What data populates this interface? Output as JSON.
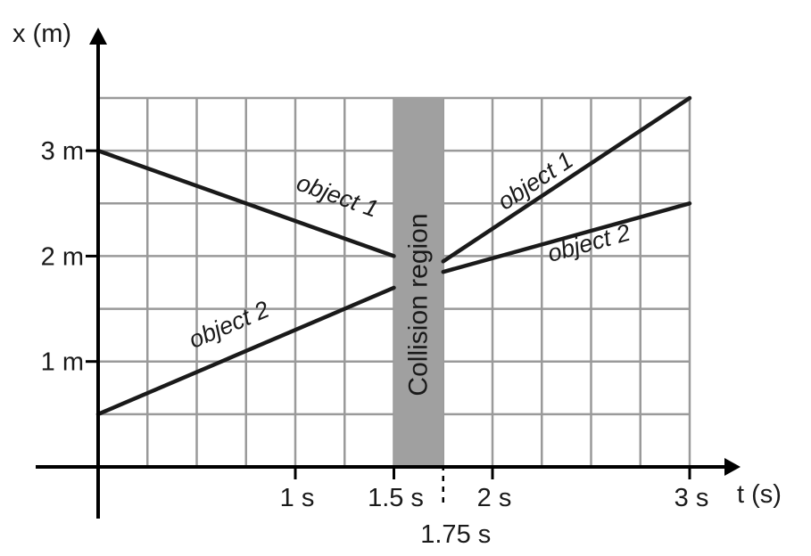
{
  "chart_data": {
    "type": "line",
    "xlabel": "t (s)",
    "ylabel": "x (m)",
    "xlim": [
      0,
      3
    ],
    "ylim": [
      0,
      3.5
    ],
    "grid": true,
    "grid_step_x": 0.25,
    "grid_step_y": 0.5,
    "x_ticks": [
      {
        "value": 1,
        "label": "1 s"
      },
      {
        "value": 1.5,
        "label": "1.5 s"
      },
      {
        "value": 1.75,
        "label": "1.75 s",
        "style": "dashed"
      },
      {
        "value": 2,
        "label": "2 s"
      },
      {
        "value": 3,
        "label": "3 s"
      }
    ],
    "y_ticks": [
      {
        "value": 1,
        "label": "1 m"
      },
      {
        "value": 2,
        "label": "2 m"
      },
      {
        "value": 3,
        "label": "3 m"
      }
    ],
    "shaded_region": {
      "x_start": 1.5,
      "x_end": 1.75,
      "label": "Collision region",
      "color": "#a0a0a0"
    },
    "series": [
      {
        "name": "object 1",
        "segment": "before",
        "points": [
          [
            0,
            3.0
          ],
          [
            1.5,
            2.0
          ]
        ],
        "label_x": 1.2,
        "label_y": 2.5
      },
      {
        "name": "object 2",
        "segment": "before",
        "points": [
          [
            0,
            0.5
          ],
          [
            1.5,
            1.7
          ]
        ],
        "label_x": 0.68,
        "label_y": 1.28
      },
      {
        "name": "object 1",
        "segment": "after",
        "points": [
          [
            1.75,
            1.95
          ],
          [
            3.0,
            3.5
          ]
        ],
        "label_x": 2.24,
        "label_y": 2.65
      },
      {
        "name": "object 2",
        "segment": "after",
        "points": [
          [
            1.75,
            1.85
          ],
          [
            3.0,
            2.5
          ]
        ],
        "label_x": 2.5,
        "label_y": 2.05
      }
    ],
    "colors": {
      "line": "#1a1a1a",
      "grid": "#9a9a9a",
      "region": "#a0a0a0"
    }
  }
}
